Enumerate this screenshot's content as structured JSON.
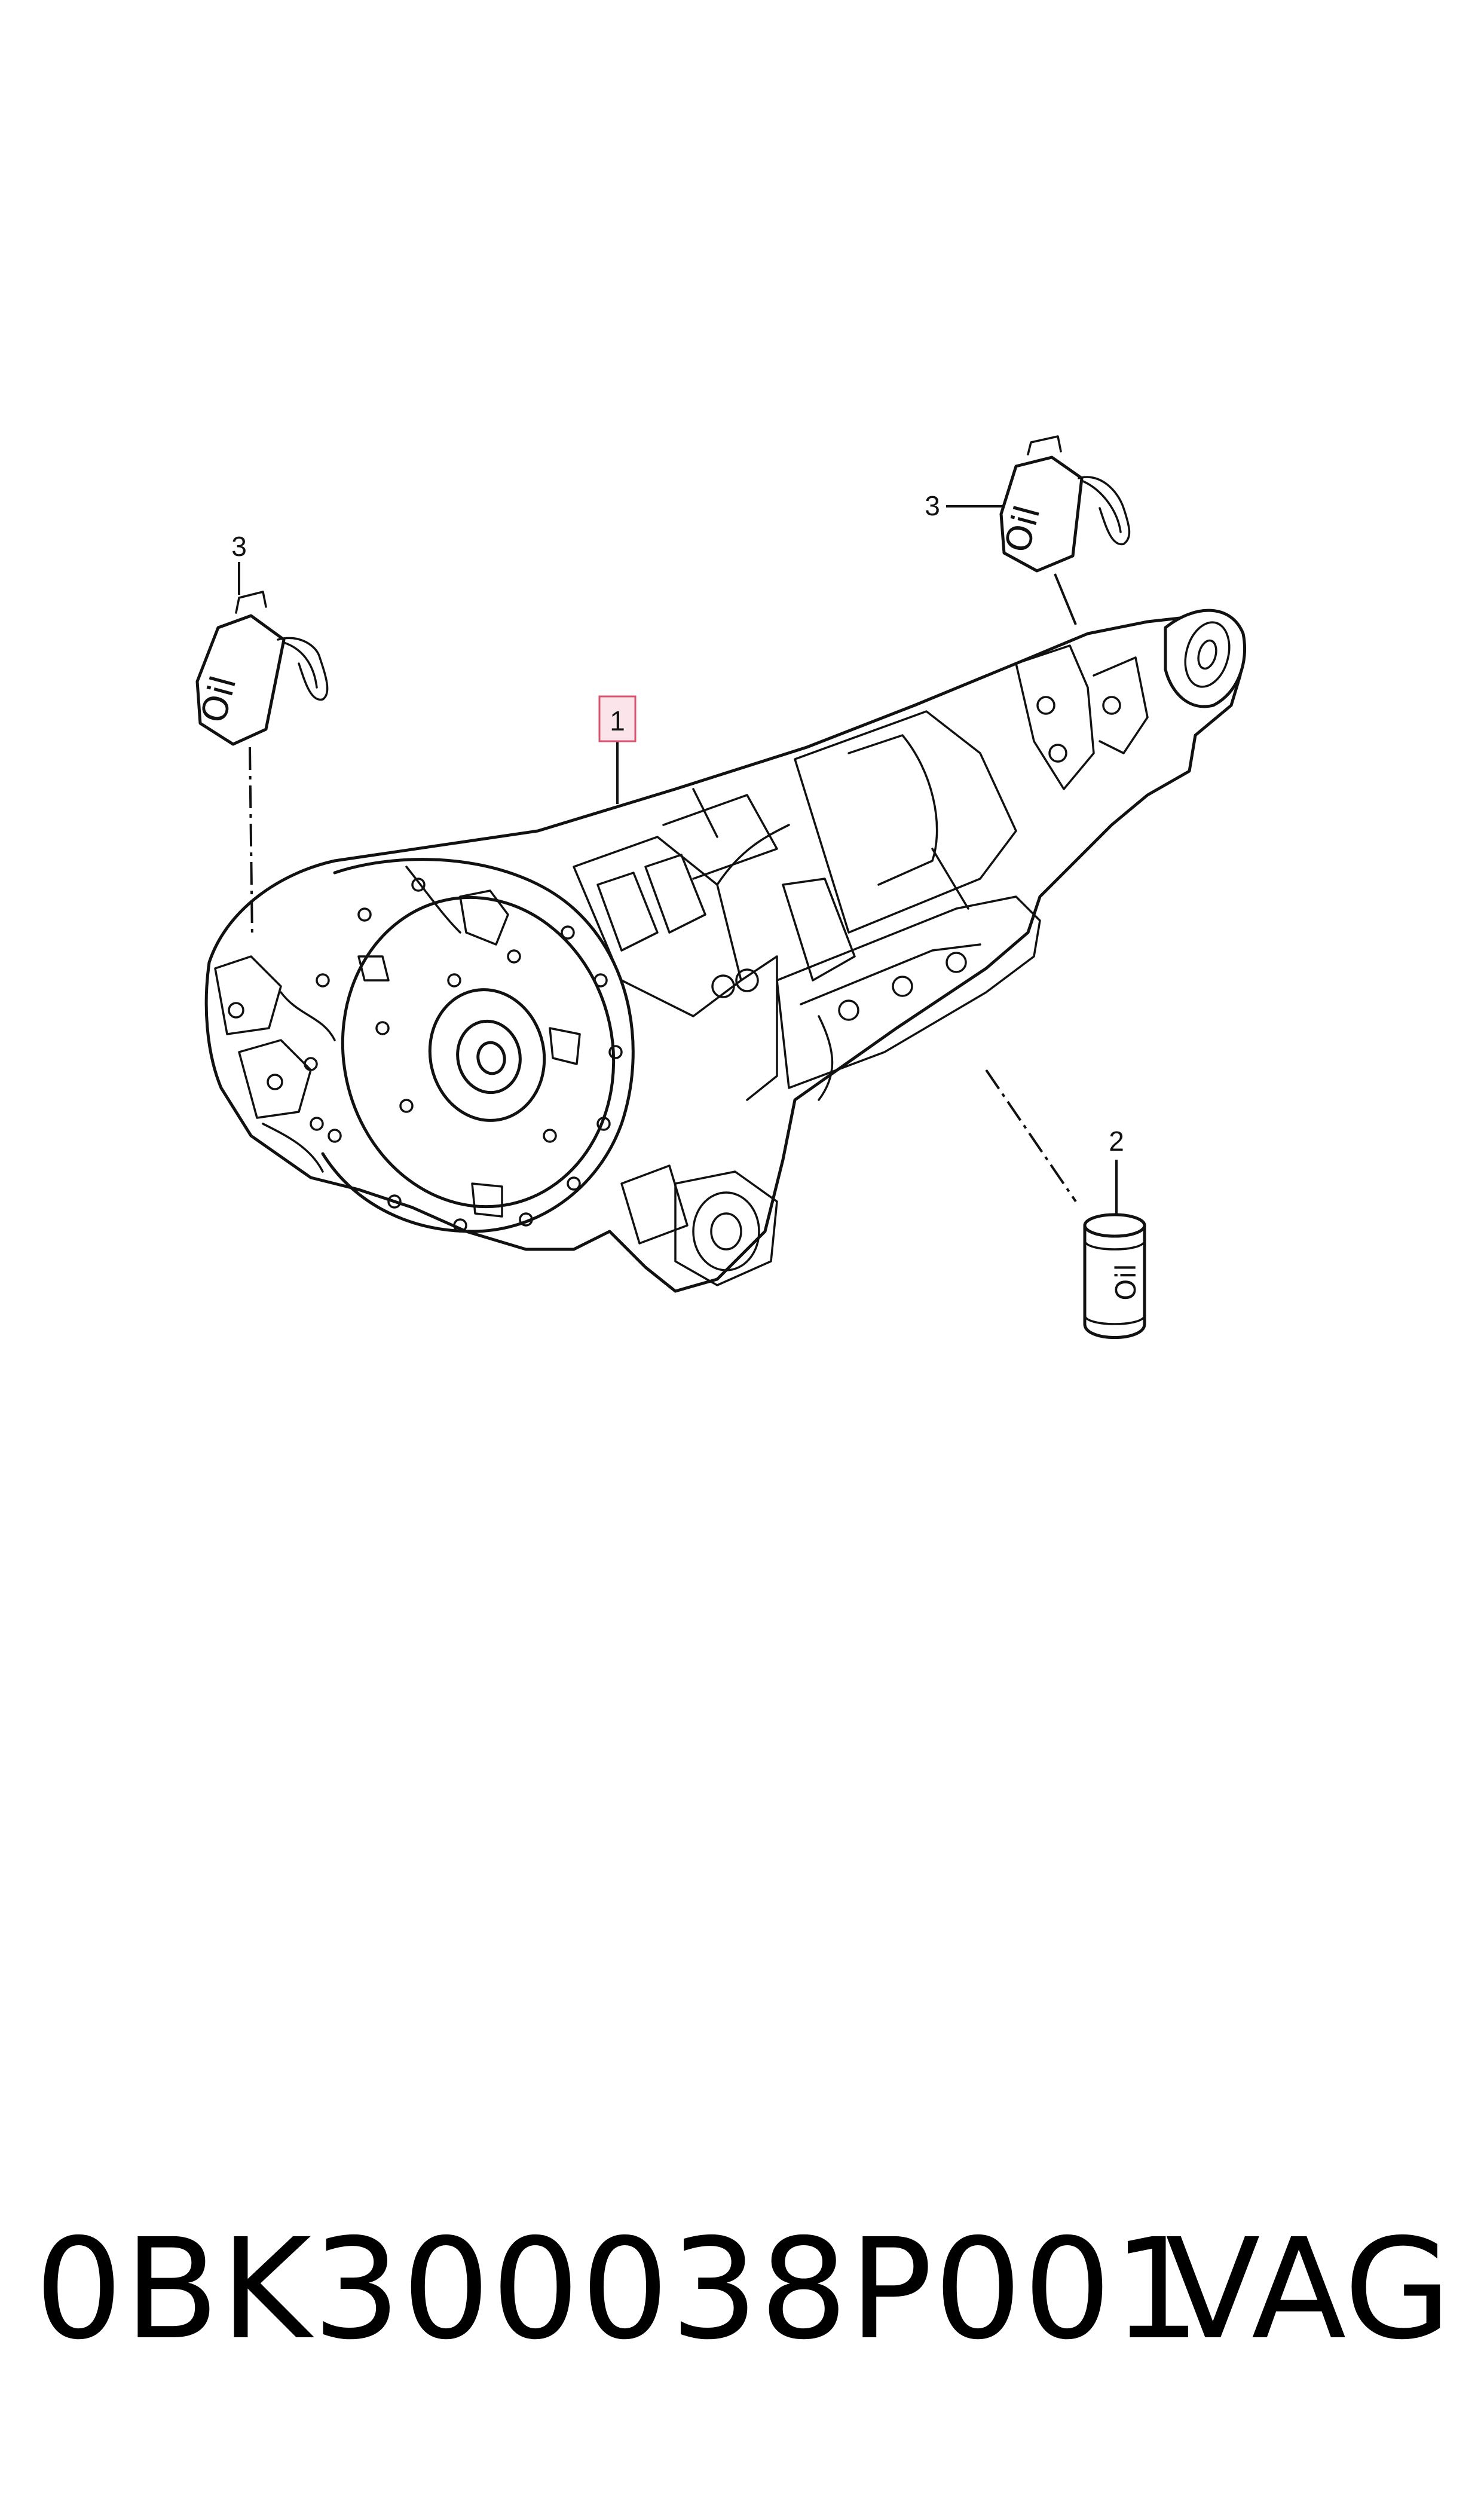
{
  "callouts": {
    "transmission": "1",
    "oil_cartridge": "2",
    "oil_can_left": "3",
    "oil_can_right": "3"
  },
  "labels": {
    "oil_left": "Oil",
    "oil_right": "Oil",
    "oil_cartridge": "Oil"
  },
  "footer": {
    "part_number": "0BK300038P001",
    "brand": "VAG"
  },
  "colors": {
    "highlight_box": "#d9536f"
  }
}
